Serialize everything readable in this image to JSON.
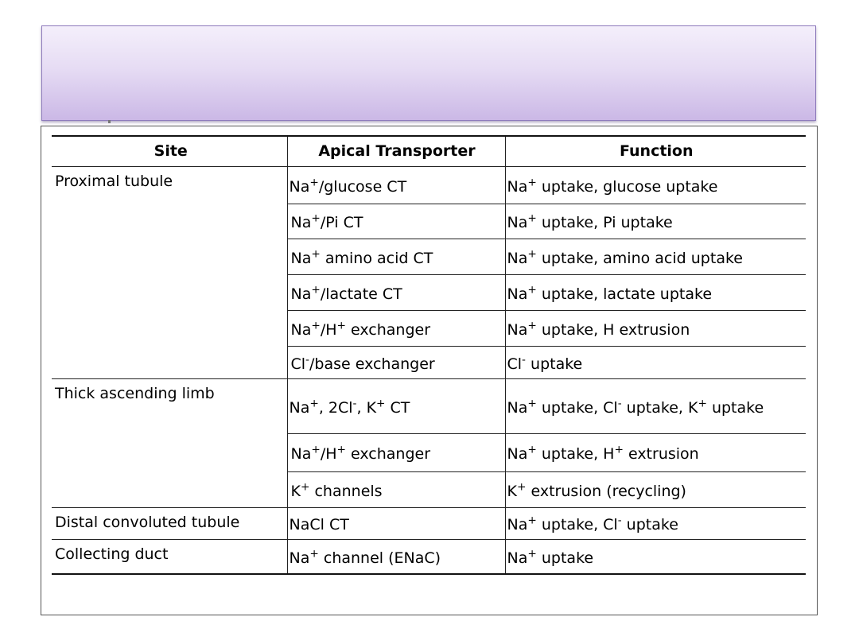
{
  "table": {
    "headers": [
      "Site",
      "Apical Transporter",
      "Function"
    ],
    "rows": [
      {
        "site": "Proximal tubule",
        "transporter": "Na⁺/glucose CT",
        "function": "Na⁺ uptake, glucose uptake"
      },
      {
        "site": "",
        "transporter": "Na⁺/Pi CT",
        "function": "Na⁺ uptake, Pi uptake"
      },
      {
        "site": "",
        "transporter": "Na⁺ amino acid CT",
        "function": "Na⁺ uptake, amino acid uptake"
      },
      {
        "site": "",
        "transporter": "Na⁺/lactate CT",
        "function": "Na⁺ uptake, lactate uptake"
      },
      {
        "site": "",
        "transporter": "Na⁺/H⁺ exchanger",
        "function": "Na⁺ uptake, H extrusion"
      },
      {
        "site": "",
        "transporter": "Cl⁻/base exchanger",
        "function": "Cl⁻ uptake"
      },
      {
        "site": "Thick ascending limb",
        "transporter": "Na⁺, 2Cl⁻, K⁺ CT",
        "function": "Na⁺ uptake, Cl⁻ uptake, K⁺ uptake"
      },
      {
        "site": "",
        "transporter": "Na⁺/H⁺ exchanger",
        "function": "Na⁺ uptake, H⁺ extrusion"
      },
      {
        "site": "",
        "transporter": "K⁺ channels",
        "function": "K⁺ extrusion (recycling)"
      },
      {
        "site": "Distal convoluted tubule",
        "transporter": "NaCl CT",
        "function": "Na⁺ uptake, Cl⁻ uptake"
      },
      {
        "site": "Collecting duct",
        "transporter": "Na⁺ channel (ENaC)",
        "function": "Na⁺ uptake"
      }
    ]
  }
}
